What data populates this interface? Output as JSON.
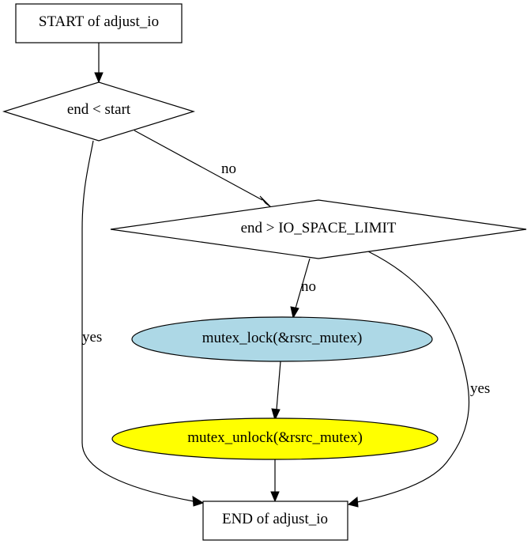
{
  "nodes": {
    "start": {
      "label": "START of adjust_io",
      "fill": "#ffffff"
    },
    "cond_end_lt_start": {
      "label": "end < start",
      "fill": "#ffffff"
    },
    "cond_end_gt_limit": {
      "label": "end > IO_SPACE_LIMIT",
      "fill": "#ffffff"
    },
    "mutex_lock": {
      "label": "mutex_lock(&rsrc_mutex)",
      "fill": "#add8e6"
    },
    "mutex_unlock": {
      "label": "mutex_unlock(&rsrc_mutex)",
      "fill": "#ffff00"
    },
    "end": {
      "label": "END of adjust_io",
      "fill": "#ffffff"
    }
  },
  "edges": {
    "cond1_no": "no",
    "cond1_yes": "yes",
    "cond2_no": "no",
    "cond2_yes": "yes"
  }
}
